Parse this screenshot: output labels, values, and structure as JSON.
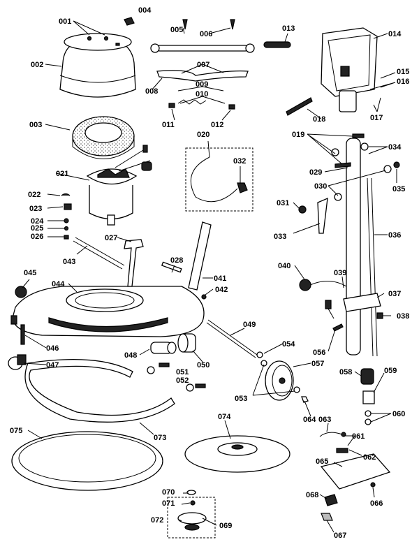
{
  "diagram": {
    "part_numbers": [
      "001",
      "002",
      "003",
      "004",
      "005",
      "006",
      "007",
      "008",
      "009",
      "010",
      "011",
      "012",
      "013",
      "014",
      "015",
      "016",
      "017",
      "018",
      "019",
      "020",
      "021",
      "022",
      "023",
      "024",
      "025",
      "026",
      "027",
      "028",
      "029",
      "030",
      "031",
      "032",
      "033",
      "034",
      "035",
      "036",
      "037",
      "038",
      "039",
      "040",
      "041",
      "042",
      "043",
      "044",
      "045",
      "046",
      "047",
      "048",
      "049",
      "050",
      "051",
      "052",
      "053",
      "054",
      "056",
      "057",
      "058",
      "059",
      "060",
      "061",
      "062",
      "063",
      "064",
      "065",
      "066",
      "067",
      "068",
      "069",
      "070",
      "071",
      "072",
      "073",
      "074",
      "075"
    ]
  }
}
